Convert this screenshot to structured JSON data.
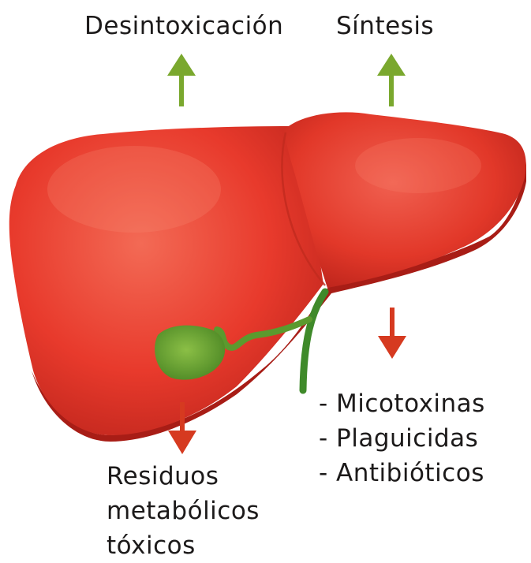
{
  "labels": {
    "detox": "Desintoxicación",
    "synthesis": "Síntesis",
    "residues": [
      "Residuos",
      "metabólicos",
      "tóxicos"
    ],
    "inputs": [
      "- Micotoxinas",
      "- Plaguicidas",
      "- Antibióticos"
    ]
  },
  "colors": {
    "liver": "#e83a2c",
    "liver_dark": "#b8221a",
    "liver_light": "#f36a55",
    "gallbladder": "#6aa235",
    "bile_duct": "#3f8a2a",
    "arrow_up": "#7aa82e",
    "arrow_down": "#d63a20",
    "text": "#1c1a1a"
  },
  "icons": {
    "up_arrows": "arrow-up-icon",
    "down_arrows": "arrow-down-icon",
    "organ": "liver-illustration"
  }
}
